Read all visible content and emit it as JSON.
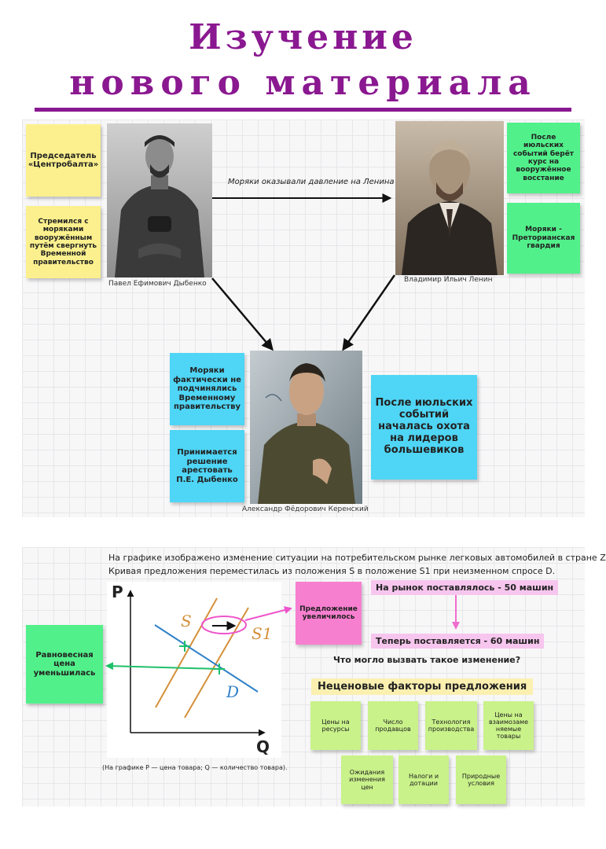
{
  "header": {
    "line1": "Изучение",
    "line2": "нового материала"
  },
  "section1": {
    "notes_left": [
      "Председатель «Центробалта»",
      "Стремился с моряками вооружённым путём свергнуть Временной правительство"
    ],
    "notes_right": [
      "После июльских событий берёт курс на вооружённое восстание",
      "Моряки - Преторианская гвардия"
    ],
    "notes_center": [
      "Моряки фактически не подчинялись Временному правительству",
      "Принимается решение арестовать П.Е. Дыбенко"
    ],
    "note_big": "После июльских событий началась охота на лидеров большевиков",
    "arrow_label": "Моряки оказывали давление на Ленина",
    "captions": {
      "dybenko": "Павел Ефимович Дыбенко",
      "lenin": "Владимир Ильич Ленин",
      "kerensky": "Александр Фёдорович Керенский"
    }
  },
  "section2": {
    "intro_line1": "На графике изображено изменение ситуации на потребительском рынке легковых автомобилей в стране Z",
    "intro_line2": "Кривая предложения переместилась из положения S в положение S1 при неизменном спросе D.",
    "note_pink": "Предложение увеличилось",
    "note_green": "Равновесная цена уменьшилась",
    "hl_before": "На рынок поставлялось - 50 машин",
    "hl_after": "Теперь поставляется - 60 машин",
    "question": "Что могло вызвать такое изменение?",
    "factors_title": "Неценовые факторы предложения",
    "factors": [
      "Цены на ресурсы",
      "Число продавцов",
      "Технология производства",
      "Цены на взаимозаме няемые товары",
      "Ожидания изменения цен",
      "Налоги и дотации",
      "Природные условия"
    ],
    "chart_note": "(На графике P — цена товара; Q — количество товара).",
    "axis_p": "P",
    "axis_q": "Q",
    "label_s": "S",
    "label_s1": "S1",
    "label_d": "D"
  },
  "colors": {
    "accent": "#8a1890",
    "yellow": "#fbf08d",
    "green": "#52f08a",
    "cyan": "#4fd5f5",
    "pink": "#f77fd0",
    "light_green": "#c9f28a",
    "supply": "#d4903a",
    "demand": "#2f80c8"
  }
}
